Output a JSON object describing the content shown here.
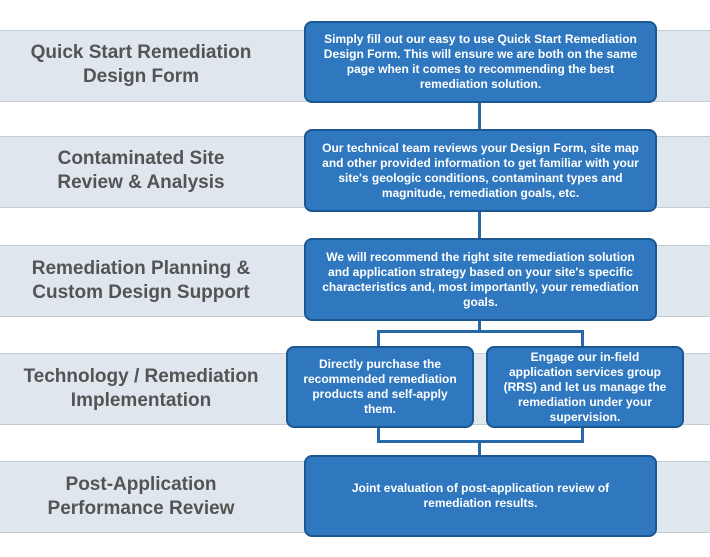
{
  "stages": [
    {
      "label": "Quick Start Remediation\nDesign Form"
    },
    {
      "label": "Contaminated Site\nReview & Analysis"
    },
    {
      "label": "Remediation Planning &\nCustom Design Support"
    },
    {
      "label": "Technology / Remediation\nImplementation"
    },
    {
      "label": "Post-Application\nPerformance Review"
    }
  ],
  "steps": {
    "quick_start": "Simply fill out our easy to use Quick Start Remediation Design Form. This will ensure we are both on the same page when it comes to recommending the best remediation solution.",
    "review": "Our technical team reviews your Design Form, site map and other provided information to get familiar with your site's geologic conditions, contaminant types and magnitude, remediation goals, etc.",
    "planning": "We will recommend the right site remediation solution and application strategy based on your site's specific characteristics and, most importantly, your remediation goals.",
    "self_apply": "Directly purchase the recommended remediation products and self-apply them.",
    "rrs": "Engage our in-field application services group (RRS) and let us manage the remediation under your supervision.",
    "post_review": "Joint evaluation of post-application review of remediation results."
  },
  "colors": {
    "box_fill": "#2f77bf",
    "box_border": "#1b5790",
    "band": "#dfe6ee",
    "label_text": "#545454"
  }
}
